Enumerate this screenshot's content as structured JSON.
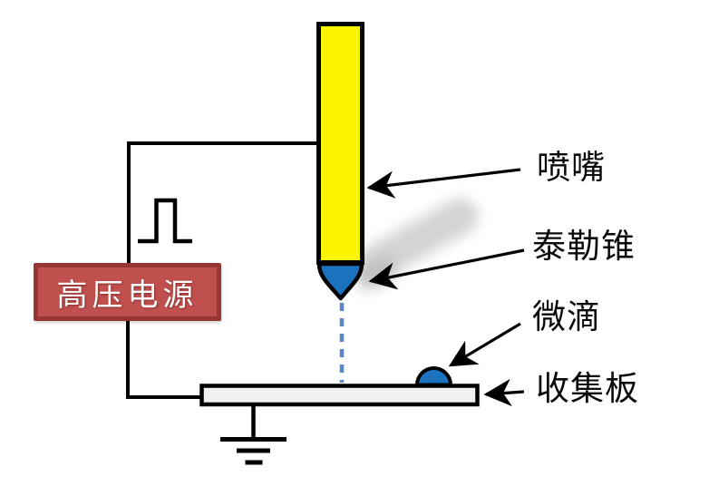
{
  "diagram": {
    "type": "electrohydrodynamic-jet-printing-schematic",
    "labels": {
      "nozzle": "喷嘴",
      "taylor_cone": "泰勒锥",
      "droplet": "微滴",
      "collector_plate": "收集板",
      "power_supply": "高压电源"
    },
    "symbols": {
      "pulse_signal": "square-pulse-waveform",
      "ground": "earth-ground-symbol",
      "jet_line": "dashed-vertical-jet"
    },
    "colors": {
      "nozzle_fill": "#FCF500",
      "cone_fill": "#1B73BE",
      "droplet_fill": "#1B73BE",
      "jet_dash_stroke": "#5B87C9",
      "plate_fill": "#F1F1EF",
      "power_box_fill": "#C0504D",
      "power_box_border": "#963634",
      "power_box_text": "#FFFFFF",
      "wire": "#000000",
      "shadow": "#9A9A9A"
    }
  }
}
